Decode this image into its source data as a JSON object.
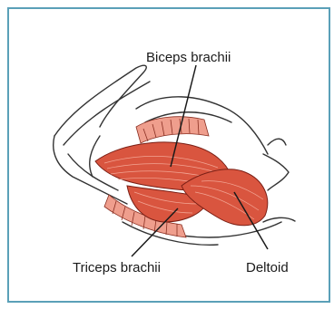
{
  "figure": {
    "labels": {
      "biceps": "Biceps brachii",
      "triceps": "Triceps brachii",
      "deltoid": "Deltoid"
    }
  },
  "colors": {
    "frame": "#5aa0b8",
    "muscle": "#d9553f",
    "muscle_light": "#ef8f7a",
    "outline": "#333333"
  }
}
